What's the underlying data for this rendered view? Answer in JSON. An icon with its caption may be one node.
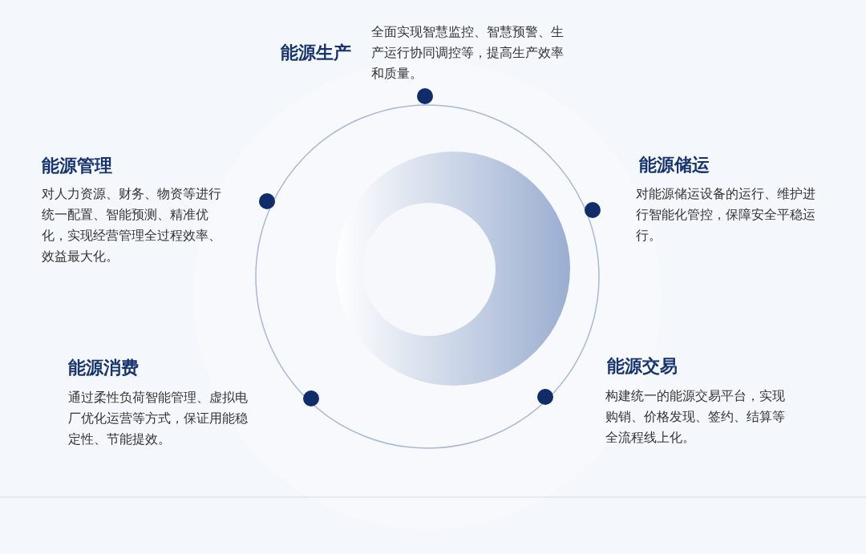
{
  "diagram": {
    "labels": [
      "能源生产",
      "全面实现智慧监控、智慧预警、生产运行协同调控等，提高生产效率和质量。",
      "能源管理",
      "对人力资源、财务、物资等进行统一配置、智能预测、精准优化，实现经营管理全过程效率、效益最大化。",
      "能源储运",
      "对能源储运设备的运行、维护进行智能化管控，保障安全平稳运行。",
      "能源消费",
      "通过柔性负荷智能管理、虚拟电厂优化运营等方式，保证用能稳定性、节能提效。",
      "能源交易",
      "构建统一的能源交易平台，实现购销、价格发现、签约、结算等全流程线上化。"
    ]
  }
}
